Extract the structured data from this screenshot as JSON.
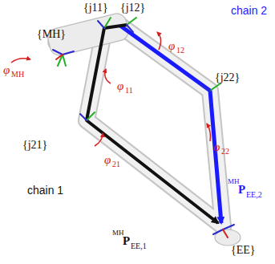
{
  "diagram": {
    "labels": [
      "{MH}",
      "{j11}",
      "{j12}",
      "chain 2",
      "φ",
      "MH",
      "φ",
      "12",
      "φ",
      "11",
      "{j22}",
      "{j21}",
      "φ",
      "21",
      "φ",
      "22",
      "chain 1",
      "MH",
      "P",
      "EE,2",
      "{EE}",
      "MH",
      "P",
      "EE,1"
    ]
  }
}
